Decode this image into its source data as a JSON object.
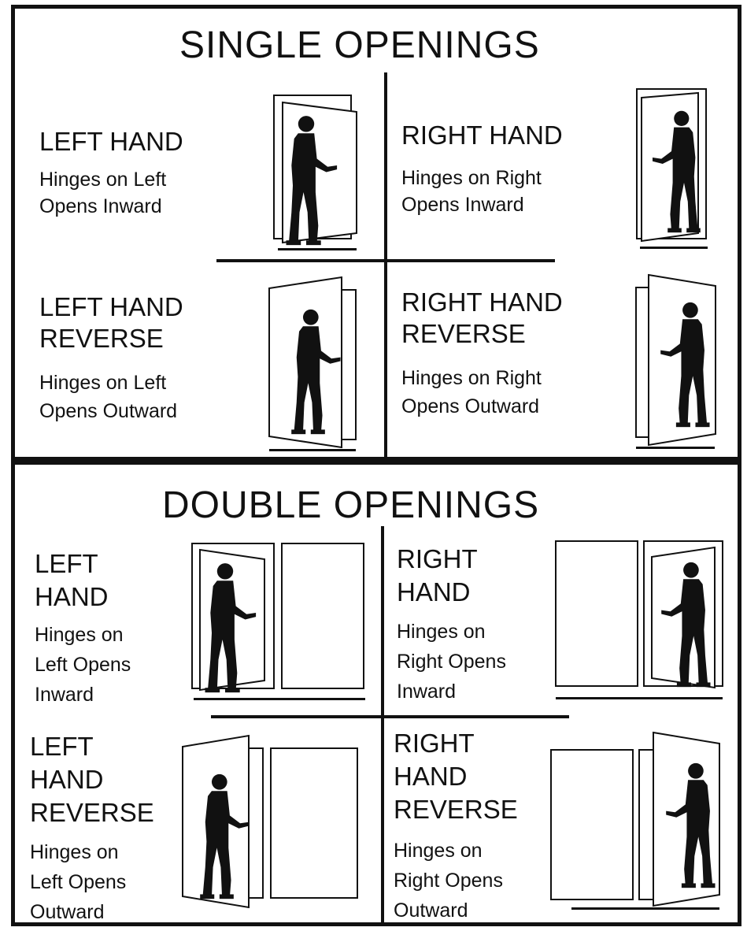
{
  "single": {
    "title": "SINGLE OPENINGS",
    "lh": {
      "title": "LEFT HAND",
      "desc1": "Hinges on Left",
      "desc2": "Opens Inward"
    },
    "rh": {
      "title": "RIGHT HAND",
      "desc1": "Hinges on Right",
      "desc2": "Opens Inward"
    },
    "lhr": {
      "title1": "LEFT HAND",
      "title2": "REVERSE",
      "desc1": "Hinges on Left",
      "desc2": "Opens Outward"
    },
    "rhr": {
      "title1": "RIGHT HAND",
      "title2": "REVERSE",
      "desc1": "Hinges on Right",
      "desc2": "Opens Outward"
    }
  },
  "double": {
    "title": "DOUBLE OPENINGS",
    "lh": {
      "t1": "LEFT",
      "t2": "HAND",
      "d1": "Hinges on",
      "d2": "Left Opens",
      "d3": "Inward"
    },
    "rh": {
      "t1": "RIGHT",
      "t2": "HAND",
      "d1": "Hinges on",
      "d2": "Right Opens",
      "d3": "Inward"
    },
    "lhr": {
      "t1": "LEFT",
      "t2": "HAND",
      "t3": "REVERSE",
      "d1": "Hinges on",
      "d2": "Left Opens",
      "d3": "Outward"
    },
    "rhr": {
      "t1": "RIGHT",
      "t2": "HAND",
      "t3": "REVERSE",
      "d1": "Hinges on",
      "d2": "Right Opens",
      "d3": "Outward"
    }
  }
}
